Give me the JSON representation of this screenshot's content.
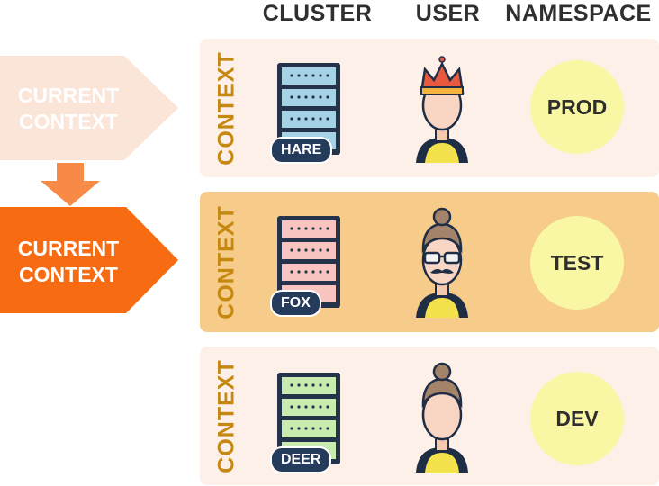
{
  "headers": {
    "cluster": "CLUSTER",
    "user": "USER",
    "namespace": "NAMESPACE"
  },
  "pointers": {
    "previous": {
      "text_line1": "CURRENT",
      "text_line2": "CONTEXT",
      "color": "#fbe4d8"
    },
    "active": {
      "text_line1": "CURRENT",
      "text_line2": "CONTEXT",
      "color": "#f76c12"
    },
    "switch_arrow_color": "#f88a48"
  },
  "contexts": [
    {
      "label": "CONTEXT",
      "cluster": "HARE",
      "user_icon": "king-avatar-icon",
      "namespace": "PROD",
      "background": "#fdf0e9",
      "server_color": "#a6d2e6"
    },
    {
      "label": "CONTEXT",
      "cluster": "FOX",
      "user_icon": "hipster-avatar-icon",
      "namespace": "TEST",
      "background": "#f7cb89",
      "server_color": "#f8c4c0"
    },
    {
      "label": "CONTEXT",
      "cluster": "DEER",
      "user_icon": "woman-avatar-icon",
      "namespace": "DEV",
      "background": "#fdf0e9",
      "server_color": "#c8ecb0"
    }
  ]
}
